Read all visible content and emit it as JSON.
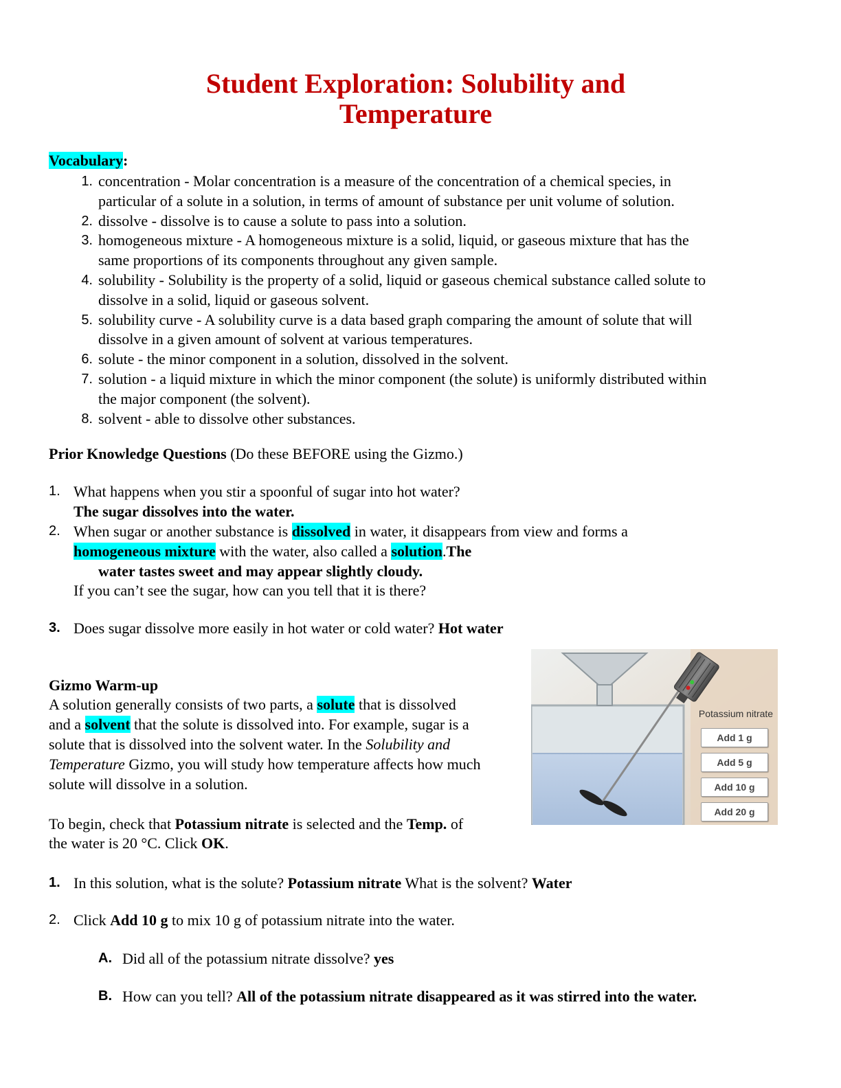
{
  "title": {
    "line1": "Student Exploration: Solubility and",
    "line2": "Temperature"
  },
  "vocabulary": {
    "heading": "Vocabulary",
    "colon": ":",
    "items": [
      {
        "num": "1.",
        "lines": [
          "concentration - Molar concentration is a measure of the concentration of a chemical species, in",
          "particular of a solute in a solution, in terms of amount of substance per unit volume of solution."
        ]
      },
      {
        "num": "2.",
        "lines": [
          "dissolve - dissolve is to cause a solute to pass into a solution."
        ]
      },
      {
        "num": "3.",
        "lines": [
          "homogeneous mixture - A homogeneous mixture is a solid, liquid, or gaseous mixture that has the",
          "same proportions of its components throughout any given sample."
        ]
      },
      {
        "num": "4.",
        "lines": [
          "solubility - Solubility is the property of a solid, liquid or gaseous chemical substance called solute to",
          "dissolve in a solid, liquid or gaseous solvent."
        ]
      },
      {
        "num": "5.",
        "lines": [
          "solubility curve - A solubility curve is a data based graph comparing the amount of solute that will",
          "dissolve in a given amount of solvent at various temperatures."
        ]
      },
      {
        "num": "6.",
        "lines": [
          "solute - the minor component in a solution, dissolved in the solvent."
        ]
      },
      {
        "num": "7.",
        "lines": [
          "solution - a liquid mixture in which the minor component (the solute) is uniformly distributed within",
          "the major component (the solvent)."
        ]
      },
      {
        "num": "8.",
        "lines": [
          "solvent - able to dissolve other substances."
        ]
      }
    ]
  },
  "prior": {
    "heading": "Prior Knowledge Questions",
    "note": " (Do these BEFORE using the Gizmo.)",
    "q1": {
      "num": "1.",
      "question": "What happens when you stir a spoonful of sugar into hot water?",
      "answer": "The sugar dissolves into the water."
    },
    "q2": {
      "num": "2.",
      "p1": "When sugar or another substance is ",
      "h1": "dissolved",
      "p2": " in water, it disappears from view and forms a",
      "h2": "homogeneous mixture",
      "p3": " with the water, also called a ",
      "h3": "solution",
      "p4": ".",
      "answer1": "The",
      "answer2": "water tastes sweet and may appear slightly cloudy.",
      "followup": "If you can’t see the sugar, how can you tell that it is there?"
    },
    "q3": {
      "num": "3.",
      "question": "Does sugar dissolve more easily in hot water or cold water? ",
      "answer": "Hot water"
    }
  },
  "warmup": {
    "heading": "Gizmo Warm-up",
    "l1a": "A solution generally consists of two parts, a ",
    "l1h": "solute",
    "l1b": " that is dissolved",
    "l2a": "and a ",
    "l2h": "solvent",
    "l2b": " that the solute is dissolved into. For example, sugar is a",
    "l3a": "solute that is dissolved into the solvent water. In the ",
    "l3i": "Solubility and",
    "l4i": "Temperature",
    "l4b": " Gizmo, you will study how temperature affects how much",
    "l5": "solute will dissolve in a solution.",
    "p2l1a": "To begin, check that ",
    "p2l1b": "Potassium nitrate",
    "p2l1c": " is selected and the ",
    "p2l1d": "Temp.",
    "p2l1e": " of",
    "p2l2a": "the water is 20 °C. Click ",
    "p2l2b": "OK",
    "p2l2c": "."
  },
  "gizmo": {
    "panel_label": "Potassium nitrate",
    "buttons": [
      "Add 1 g",
      "Add 5 g",
      "Add 10 g",
      "Add 20 g"
    ],
    "colors": {
      "water": "#b8c9e0",
      "panel": "#e4d6c6",
      "glass": "#cfd8de"
    }
  },
  "questions": {
    "q1": {
      "num": "1.",
      "p1": "In this solution, what is the solute? ",
      "a1": "Potassium nitrate",
      "p2": " What is the solvent? ",
      "a2": "Water"
    },
    "q2": {
      "num": "2.",
      "p1": "Click ",
      "b1": "Add 10 g",
      "p2": " to mix 10 g of potassium nitrate into the water."
    },
    "qa": {
      "label": "A.",
      "text": "Did all of the potassium nitrate dissolve? ",
      "answer": "yes"
    },
    "qb": {
      "label": "B.",
      "text": "How can you tell?  ",
      "answer": "All of the potassium nitrate disappeared as it was stirred into the water."
    }
  }
}
